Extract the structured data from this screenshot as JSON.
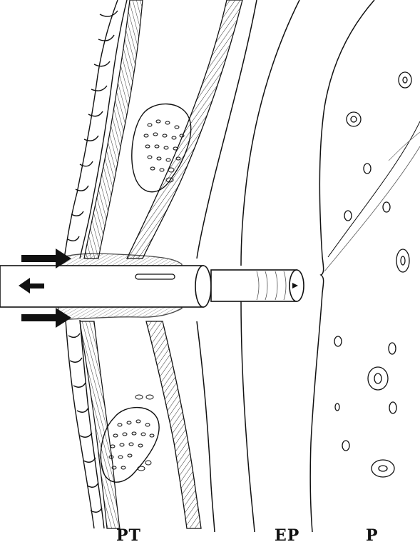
{
  "labels": {
    "pt": "PT",
    "ep": "EP",
    "p": "P"
  },
  "colors": {
    "ink": "#111111",
    "paper": "#ffffff"
  },
  "annotations": {
    "inflow_arrows": 2,
    "outflow_arrows": 1
  }
}
